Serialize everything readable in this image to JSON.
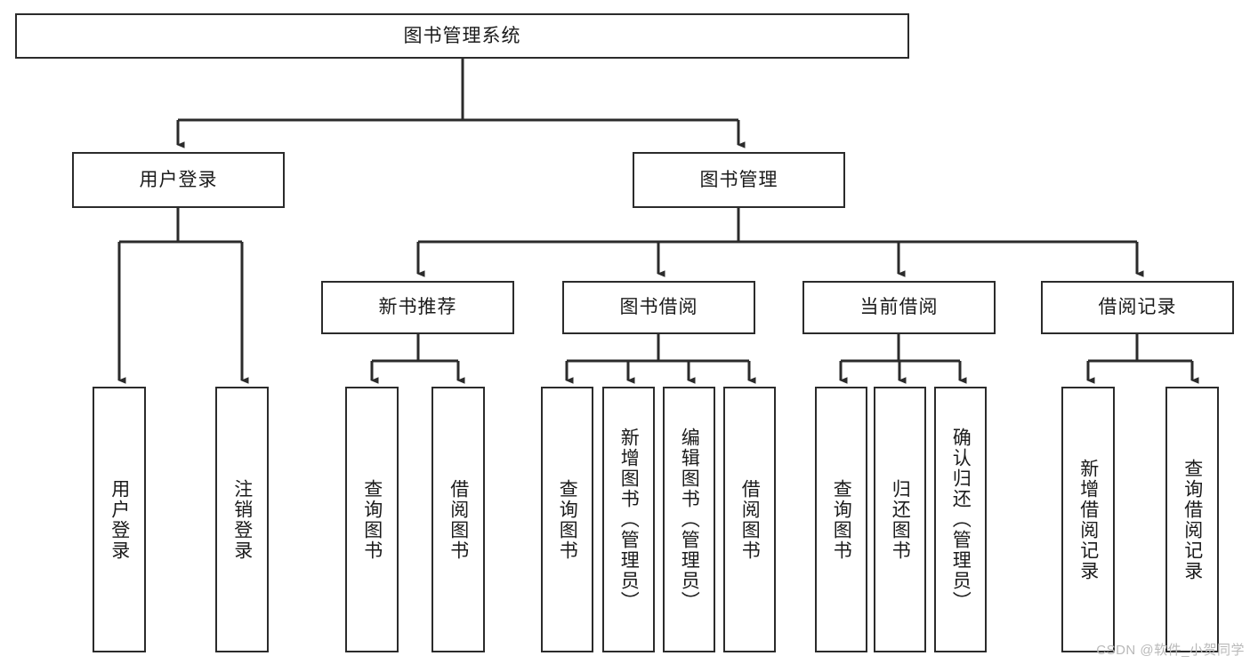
{
  "diagram": {
    "type": "tree-hierarchy",
    "title": "图书管理系统",
    "orientation": "top-down",
    "colors": {
      "stroke": "#2b2b2b",
      "fill": "#ffffff",
      "text": "#1b1b1b",
      "watermark": "#b9b9b9"
    },
    "nodes": {
      "root": {
        "label": "图书管理系统",
        "level": 0,
        "text_direction": "horizontal"
      },
      "level1": [
        {
          "id": "user-login",
          "label": "用户登录",
          "text_direction": "horizontal"
        },
        {
          "id": "book-manage",
          "label": "图书管理",
          "text_direction": "horizontal"
        }
      ],
      "level2": [
        {
          "id": "new-book-recommend",
          "label": "新书推荐",
          "parent": "book-manage",
          "text_direction": "horizontal"
        },
        {
          "id": "book-borrow",
          "label": "图书借阅",
          "parent": "book-manage",
          "text_direction": "horizontal"
        },
        {
          "id": "current-borrow",
          "label": "当前借阅",
          "parent": "book-manage",
          "text_direction": "horizontal"
        },
        {
          "id": "borrow-record",
          "label": "借阅记录",
          "parent": "book-manage",
          "text_direction": "horizontal"
        }
      ],
      "leaves": [
        {
          "id": "leaf-user-login",
          "label": "用户登录",
          "parent": "user-login",
          "text_direction": "vertical"
        },
        {
          "id": "leaf-logout",
          "label": "注销登录",
          "parent": "user-login",
          "text_direction": "vertical"
        },
        {
          "id": "leaf-query-book-1",
          "label": "查询图书",
          "parent": "new-book-recommend",
          "text_direction": "vertical"
        },
        {
          "id": "leaf-borrow-book-1",
          "label": "借阅图书",
          "parent": "new-book-recommend",
          "text_direction": "vertical"
        },
        {
          "id": "leaf-query-book-2",
          "label": "查询图书",
          "parent": "book-borrow",
          "text_direction": "vertical"
        },
        {
          "id": "leaf-add-book",
          "label": "新增图书（管理员）",
          "parent": "book-borrow",
          "text_direction": "vertical"
        },
        {
          "id": "leaf-edit-book",
          "label": "编辑图书（管理员）",
          "parent": "book-borrow",
          "text_direction": "vertical"
        },
        {
          "id": "leaf-borrow-book-2",
          "label": "借阅图书",
          "parent": "book-borrow",
          "text_direction": "vertical"
        },
        {
          "id": "leaf-query-book-3",
          "label": "查询图书",
          "parent": "current-borrow",
          "text_direction": "vertical"
        },
        {
          "id": "leaf-return-book",
          "label": "归还图书",
          "parent": "current-borrow",
          "text_direction": "vertical"
        },
        {
          "id": "leaf-confirm-return",
          "label": "确认归还（管理员）",
          "parent": "current-borrow",
          "text_direction": "vertical"
        },
        {
          "id": "leaf-add-record",
          "label": "新增借阅记录",
          "parent": "borrow-record",
          "text_direction": "vertical"
        },
        {
          "id": "leaf-query-record",
          "label": "查询借阅记录",
          "parent": "borrow-record",
          "text_direction": "vertical"
        }
      ]
    }
  },
  "watermark": {
    "text": "CSDN @软件_小贺同学"
  }
}
